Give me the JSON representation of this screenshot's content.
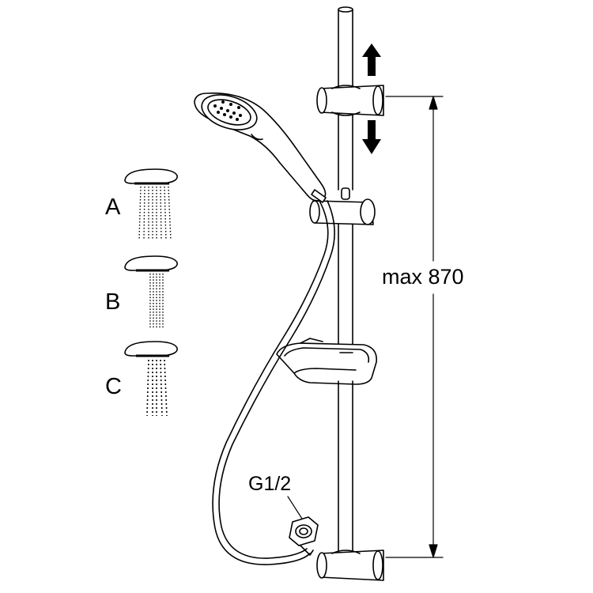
{
  "diagram": {
    "spray_modes": [
      {
        "label": "A",
        "pattern": "rain"
      },
      {
        "label": "B",
        "pattern": "jet"
      },
      {
        "label": "C",
        "pattern": "massage"
      }
    ],
    "dimension_label": "max 870",
    "connection_label": "G1/2",
    "arrow_up": "arrow-up-icon",
    "arrow_down": "arrow-down-icon",
    "colors": {
      "ink": "#000000",
      "background": "#ffffff"
    }
  }
}
